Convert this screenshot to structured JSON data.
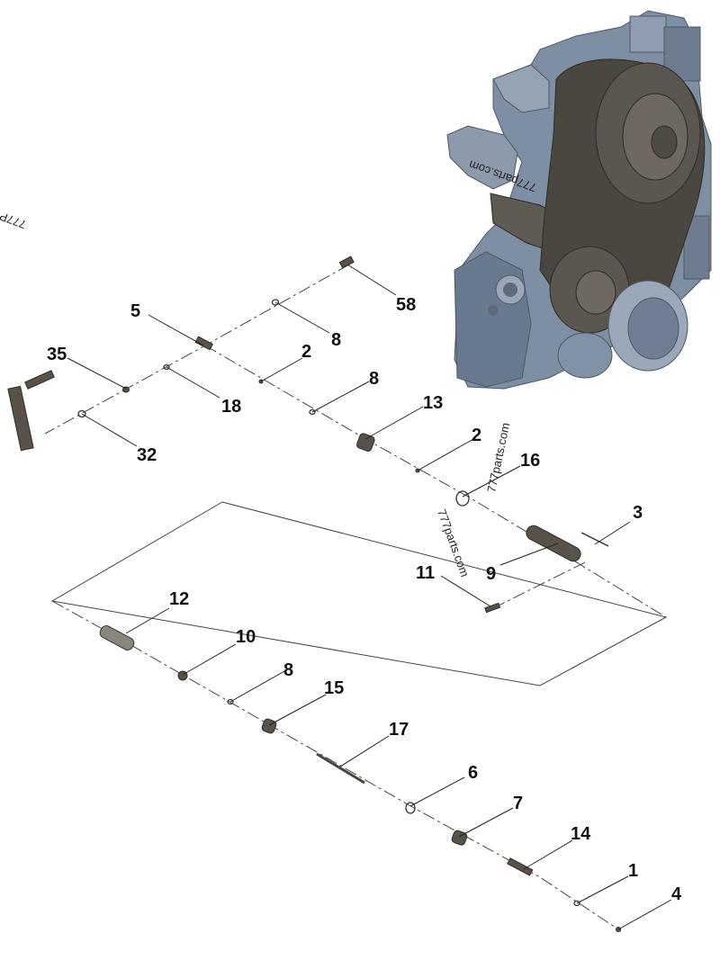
{
  "callouts": [
    {
      "id": "c58",
      "label": "58"
    },
    {
      "id": "c5",
      "label": "5"
    },
    {
      "id": "c8a",
      "label": "8"
    },
    {
      "id": "c2a",
      "label": "2"
    },
    {
      "id": "c35",
      "label": "35"
    },
    {
      "id": "c18",
      "label": "18"
    },
    {
      "id": "c8b",
      "label": "8"
    },
    {
      "id": "c13",
      "label": "13"
    },
    {
      "id": "c32",
      "label": "32"
    },
    {
      "id": "c2b",
      "label": "2"
    },
    {
      "id": "c16",
      "label": "16"
    },
    {
      "id": "c3",
      "label": "3"
    },
    {
      "id": "c9",
      "label": "9"
    },
    {
      "id": "c11",
      "label": "11"
    },
    {
      "id": "c12",
      "label": "12"
    },
    {
      "id": "c10",
      "label": "10"
    },
    {
      "id": "c8c",
      "label": "8"
    },
    {
      "id": "c15",
      "label": "15"
    },
    {
      "id": "c17",
      "label": "17"
    },
    {
      "id": "c6",
      "label": "6"
    },
    {
      "id": "c7",
      "label": "7"
    },
    {
      "id": "c14",
      "label": "14"
    },
    {
      "id": "c1",
      "label": "1"
    },
    {
      "id": "c4",
      "label": "4"
    }
  ],
  "watermarks": [
    {
      "id": "wm1",
      "text": "777parts.com"
    },
    {
      "id": "wm2",
      "text": "777parts.com"
    },
    {
      "id": "wm3",
      "text": "777parts.com"
    },
    {
      "id": "wm4",
      "text": "777P"
    }
  ],
  "colors": {
    "housing": "#7f8fa3",
    "housing_dark": "#5d6b7c",
    "belt": "#4a4640",
    "pulley": "#5b564f"
  }
}
